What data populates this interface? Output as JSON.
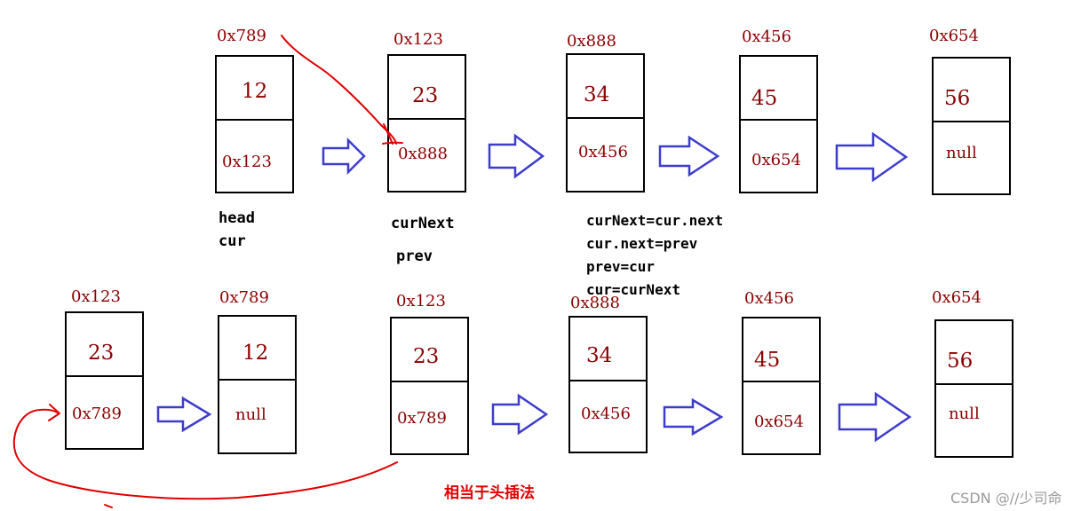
{
  "diagram": {
    "colors": {
      "text_dark_red": "#8b0000",
      "arrow_blue": "#3d3dcc",
      "pen_red": "#e00000",
      "border": "#000000"
    },
    "top_row": [
      {
        "addr": "0x789",
        "val": "12",
        "next": "0x123"
      },
      {
        "addr": "0x123",
        "val": "23",
        "next": "0x888"
      },
      {
        "addr": "0x888",
        "val": "34",
        "next": "0x456"
      },
      {
        "addr": "0x456",
        "val": "45",
        "next": "0x654"
      },
      {
        "addr": "0x654",
        "val": "56",
        "next": "null"
      }
    ],
    "bottom_row": [
      {
        "addr": "0x123",
        "val": "23",
        "next": "0x789"
      },
      {
        "addr": "0x789",
        "val": "12",
        "next": "null"
      },
      {
        "addr": "0x123",
        "val": "23",
        "next": "0x789"
      },
      {
        "addr": "0x888",
        "val": "34",
        "next": "0x456"
      },
      {
        "addr": "0x456",
        "val": "45",
        "next": "0x654"
      },
      {
        "addr": "0x654",
        "val": "56",
        "next": "null"
      }
    ],
    "labels": {
      "head": "head",
      "cur": "cur",
      "curNext": "curNext",
      "prev": "prev"
    },
    "code_lines": [
      "curNext=cur.next",
      "cur.next=prev",
      "prev=cur",
      "cur=curNext"
    ],
    "caption": "相当于头插法",
    "watermark": "CSDN @//少司命"
  }
}
